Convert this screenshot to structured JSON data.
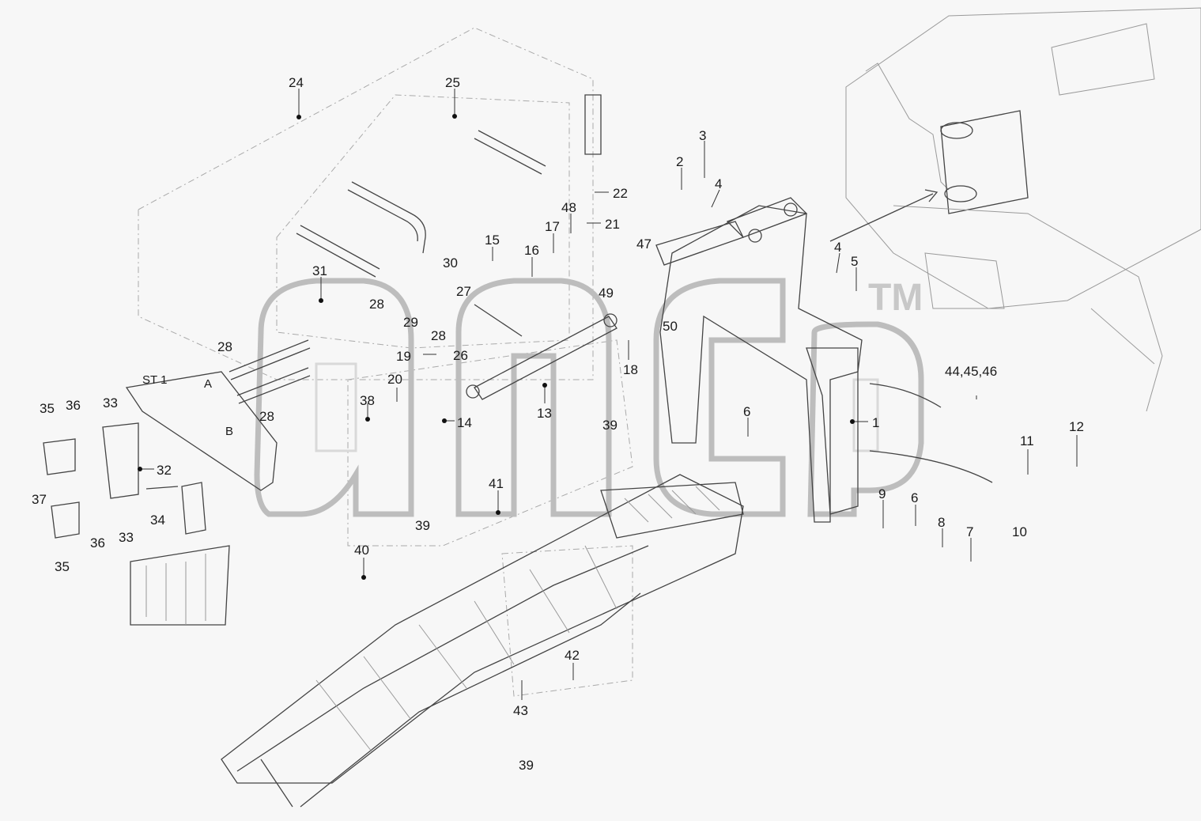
{
  "watermark": {
    "tm": "TM"
  },
  "station": {
    "st_label": "ST 1",
    "port_a": "A",
    "port_b": "B"
  },
  "callouts": {
    "c1": "1",
    "c2": "2",
    "c3": "3",
    "c4a": "4",
    "c4b": "4",
    "c5": "5",
    "c6a": "6",
    "c6b": "6",
    "c7": "7",
    "c8": "8",
    "c9": "9",
    "c10": "10",
    "c11": "11",
    "c12": "12",
    "c13": "13",
    "c14": "14",
    "c15": "15",
    "c16": "16",
    "c17": "17",
    "c18": "18",
    "c19": "19",
    "c20": "20",
    "c21": "21",
    "c22": "22",
    "c24": "24",
    "c25": "25",
    "c26": "26",
    "c27": "27",
    "c28a": "28",
    "c28b": "28",
    "c28c": "28",
    "c28d": "28",
    "c29": "29",
    "c30": "30",
    "c31": "31",
    "c32": "32",
    "c33a": "33",
    "c33b": "33",
    "c34": "34",
    "c35a": "35",
    "c35b": "35",
    "c36a": "36",
    "c36b": "36",
    "c37": "37",
    "c38": "38",
    "c39a": "39",
    "c39b": "39",
    "c39c": "39",
    "c40": "40",
    "c41": "41",
    "c42": "42",
    "c43": "43",
    "c44": "44,45,46",
    "c47": "47",
    "c48": "48",
    "c49": "49",
    "c50": "50"
  }
}
